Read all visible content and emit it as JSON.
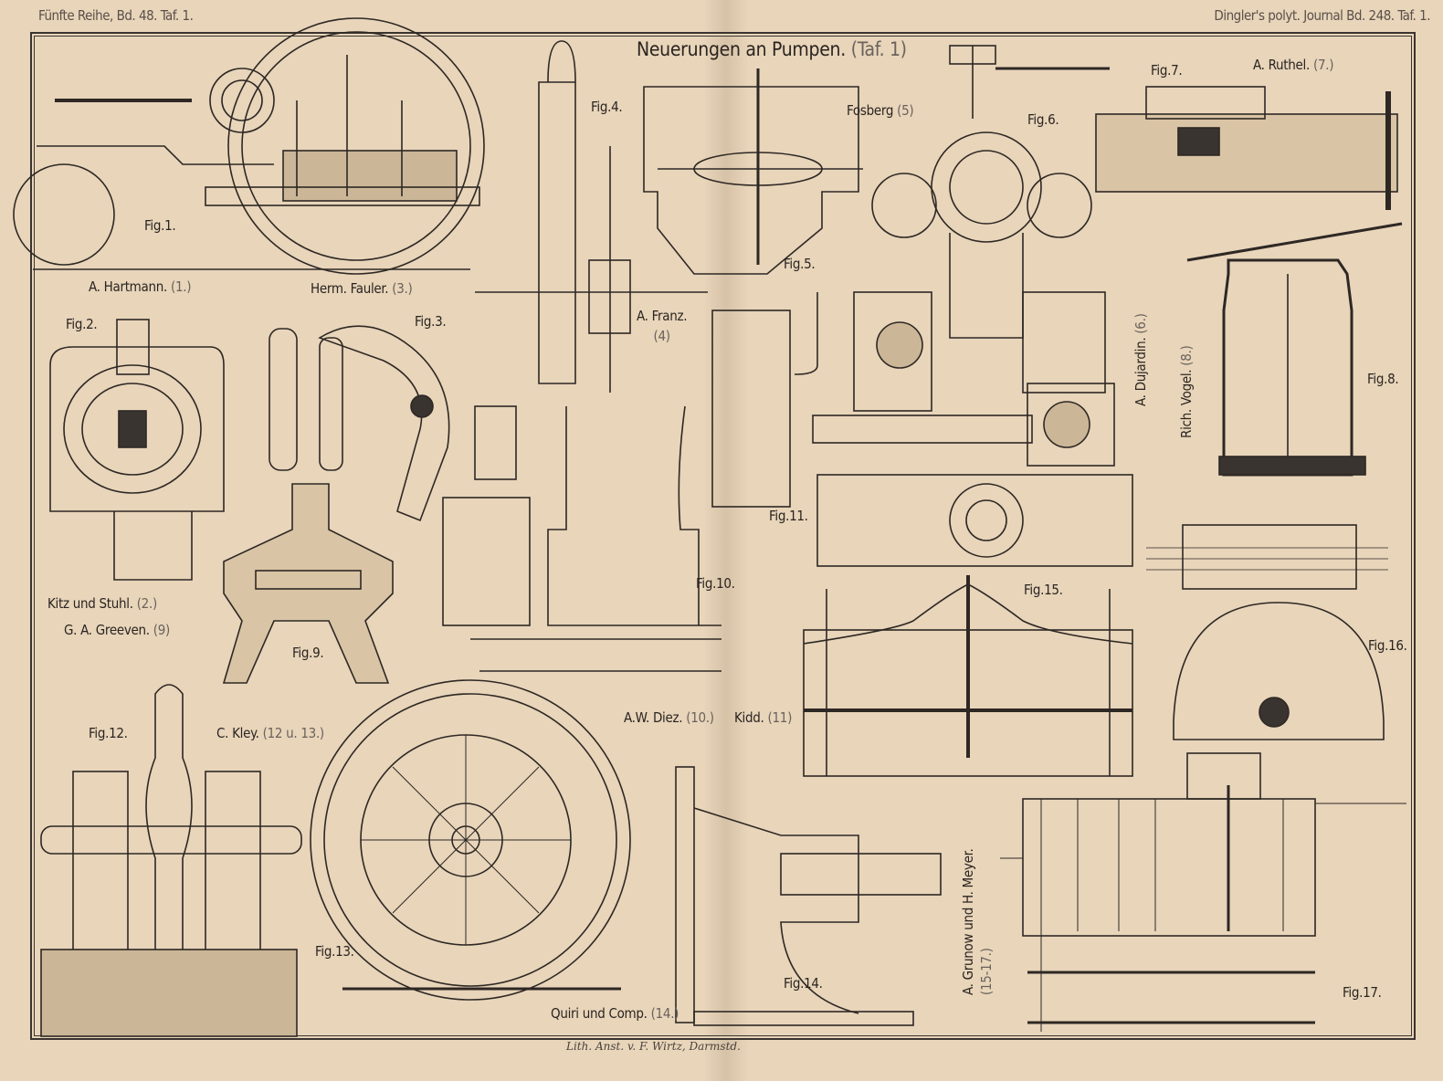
{
  "header": {
    "left": "Fünfte Reihe, Bd. 48. Taf. 1.",
    "right": "Dingler's polyt. Journal Bd. 248. Taf. 1."
  },
  "title": {
    "main": "Neuerungen an Pumpen.",
    "plate": "(Taf. 1)"
  },
  "figures": [
    "Fig.1.",
    "Fig.2.",
    "Fig.3.",
    "Fig.4.",
    "Fig.5.",
    "Fig.6.",
    "Fig.7.",
    "Fig.8.",
    "Fig.9.",
    "Fig.10.",
    "Fig.11.",
    "Fig.12.",
    "Fig.13.",
    "Fig.14.",
    "Fig.15.",
    "Fig.16.",
    "Fig.17."
  ],
  "inventors": [
    {
      "name": "A. Hartmann.",
      "ref": "(1.)"
    },
    {
      "name": "Kitz und Stuhl.",
      "ref": "(2.)"
    },
    {
      "name": "Herm. Fauler.",
      "ref": "(3.)"
    },
    {
      "name": "A. Franz.",
      "ref": "(4)"
    },
    {
      "name": "Fosberg",
      "ref": "(5)"
    },
    {
      "name": "A. Dujardin.",
      "ref": "(6.)"
    },
    {
      "name": "A. Ruthel.",
      "ref": "(7.)"
    },
    {
      "name": "Rich. Vogel.",
      "ref": "(8.)"
    },
    {
      "name": "G. A. Greeven.",
      "ref": "(9)"
    },
    {
      "name": "A.W. Diez.",
      "ref": "(10.)"
    },
    {
      "name": "Kidd.",
      "ref": "(11)"
    },
    {
      "name": "C. Kley.",
      "ref": "(12 u. 13.)"
    },
    {
      "name": "Quiri und Comp.",
      "ref": "(14.)"
    },
    {
      "name": "A. Grunow und H. Meyer.",
      "ref": "(15-17.)"
    }
  ],
  "imprint": "Lith. Anst. v. F. Wirtz, Darmstd."
}
